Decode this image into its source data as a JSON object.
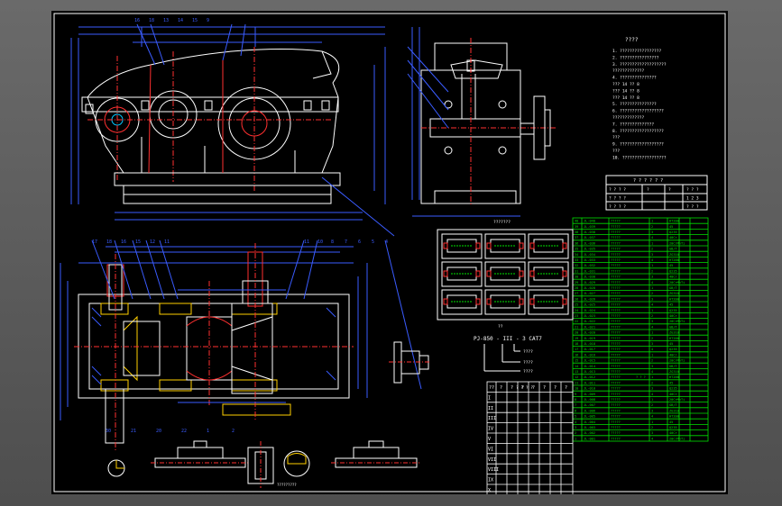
{
  "drawing": {
    "sheet_title": "?????",
    "view_label_top": "???????",
    "view_label_bottom": "?????????",
    "section_label": "??",
    "model_code": "PJ-850 - III - 3 CAT7",
    "model_code_parts": [
      "????",
      "????",
      "????"
    ],
    "callouts_top": [
      "16",
      "18",
      "13",
      "14",
      "15",
      "9"
    ],
    "callouts_left_mid": [
      "17",
      "18",
      "16",
      "15",
      "12",
      "11"
    ],
    "callouts_right_mid": [
      "11",
      "10",
      "8",
      "7",
      "6",
      "5",
      "4"
    ],
    "callouts_bottom": [
      "30",
      "21",
      "20",
      "22",
      "1",
      "2"
    ]
  },
  "notes": {
    "heading": "????",
    "items": [
      "1. ?????????????????",
      "2. ????????????????",
      "3. ???????????????????",
      "   ?????????????",
      "4. ???????????????",
      "      ??? 14  ?? 8",
      "      ??? 14  ?? 8",
      "      ??? 14  ?? 8",
      "5. ???????????????",
      "6. ??????????????????",
      "   ?????????????",
      "7. ??????????????",
      "8. ??????????????????",
      "   ???",
      "9. ??????????????????",
      "   ???",
      "10. ??????????????????"
    ]
  },
  "spec_table": {
    "title": "? ? ? ? ? ?",
    "rows": [
      [
        "? ? ? ?",
        "?",
        "?",
        "? ? ?"
      ],
      [
        "? ? ? ?",
        "",
        "",
        "1  2  3"
      ],
      [
        "? ? ? ?",
        "",
        "",
        "? ? ?"
      ]
    ]
  },
  "stage_table": {
    "title": "? ? ? ?",
    "header": [
      "??",
      "?",
      "?",
      "?",
      "?",
      "?",
      "?",
      "?"
    ],
    "roman": [
      "I",
      "II",
      "III",
      "IV",
      "V",
      "VI",
      "VII",
      "VIII",
      "IX",
      "X"
    ]
  },
  "parts_list": {
    "title": "? ? ?",
    "row_count": 40,
    "code_prefix": "JL-0",
    "material_samples": [
      "HT200",
      "45",
      "Q235",
      "40Cr",
      "20CrMnTi",
      "GB/T",
      "ZG310"
    ]
  }
}
